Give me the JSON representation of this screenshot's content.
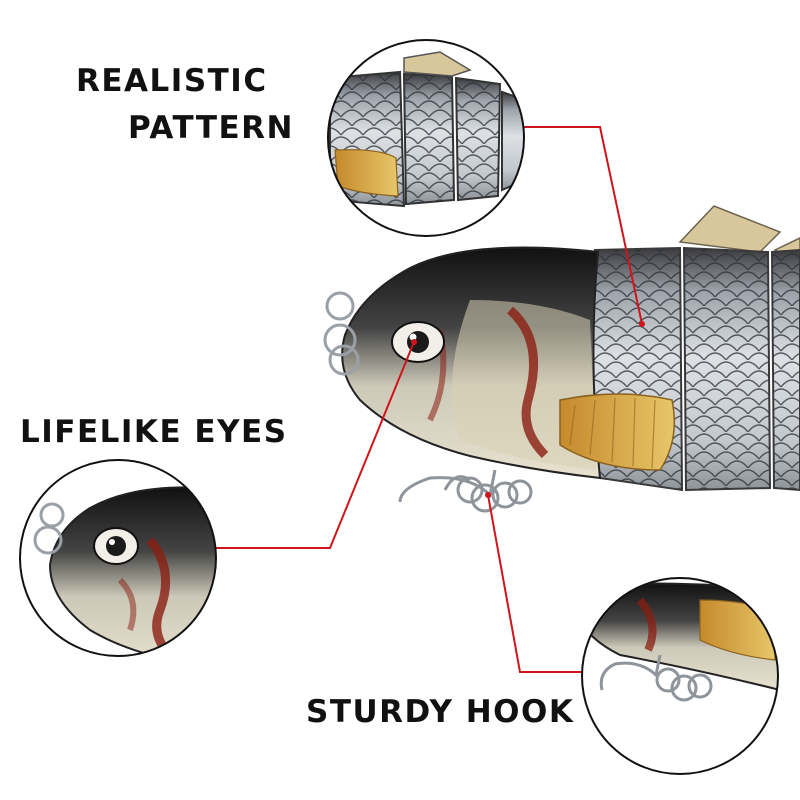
{
  "callouts": {
    "pattern_line1": "REALISTIC",
    "pattern_line2": "PATTERN",
    "eyes": "LIFELIKE EYES",
    "hook": "STURDY HOOK"
  },
  "colors": {
    "background": "#ffffff",
    "callout_line": "#d0141b",
    "circle_border": "#111111",
    "label_text": "#111111",
    "lure_head": "#2a2a2a",
    "lure_scales": "#c8ccd0",
    "lure_gill_accent": "#d9b45a",
    "lure_red_streak": "#8a1e12"
  },
  "icons": [
    "fish-lure-image",
    "treble-hook-icon",
    "split-ring-icon",
    "eye-icon"
  ]
}
